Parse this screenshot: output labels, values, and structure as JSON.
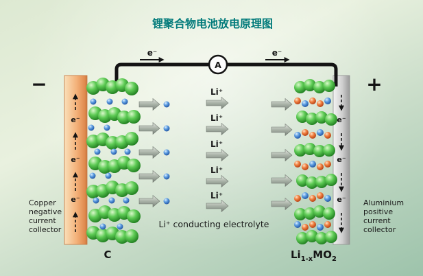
{
  "title": "锂聚合物电池放电原理图",
  "circuit": {
    "ammeter_label": "A",
    "electron_flow_left": "e⁻",
    "electron_flow_right": "e⁻"
  },
  "terminals": {
    "negative": "−",
    "positive": "+"
  },
  "left_collector": {
    "electron_labels": [
      "e⁻",
      "e⁻",
      "e⁻"
    ],
    "caption_lines": [
      "Copper",
      "negative",
      "current",
      "collector"
    ]
  },
  "right_collector": {
    "electron_labels": [
      "e⁻",
      "e⁻",
      "e⁻"
    ],
    "caption_lines": [
      "Aluminium",
      "positive",
      "current",
      "collector"
    ]
  },
  "electrodes": {
    "anode_label": "C",
    "cathode": {
      "base1": "Li",
      "sub1": "1-x",
      "base2": "MO",
      "sub2": "2"
    }
  },
  "electrolyte": {
    "caption": "Li⁺ conducting electrolyte",
    "ion_labels": [
      "Li⁺",
      "Li⁺",
      "Li⁺",
      "Li⁺",
      "Li⁺"
    ]
  },
  "colors": {
    "title_teal": "#007a7a",
    "copper": "#e8905a",
    "aluminium": "#c0c0c0",
    "carbon_sphere_green": "#2e9e2e",
    "lithium_ion_blue": "#2a6fc9",
    "oxide_orange": "#e05a20"
  }
}
